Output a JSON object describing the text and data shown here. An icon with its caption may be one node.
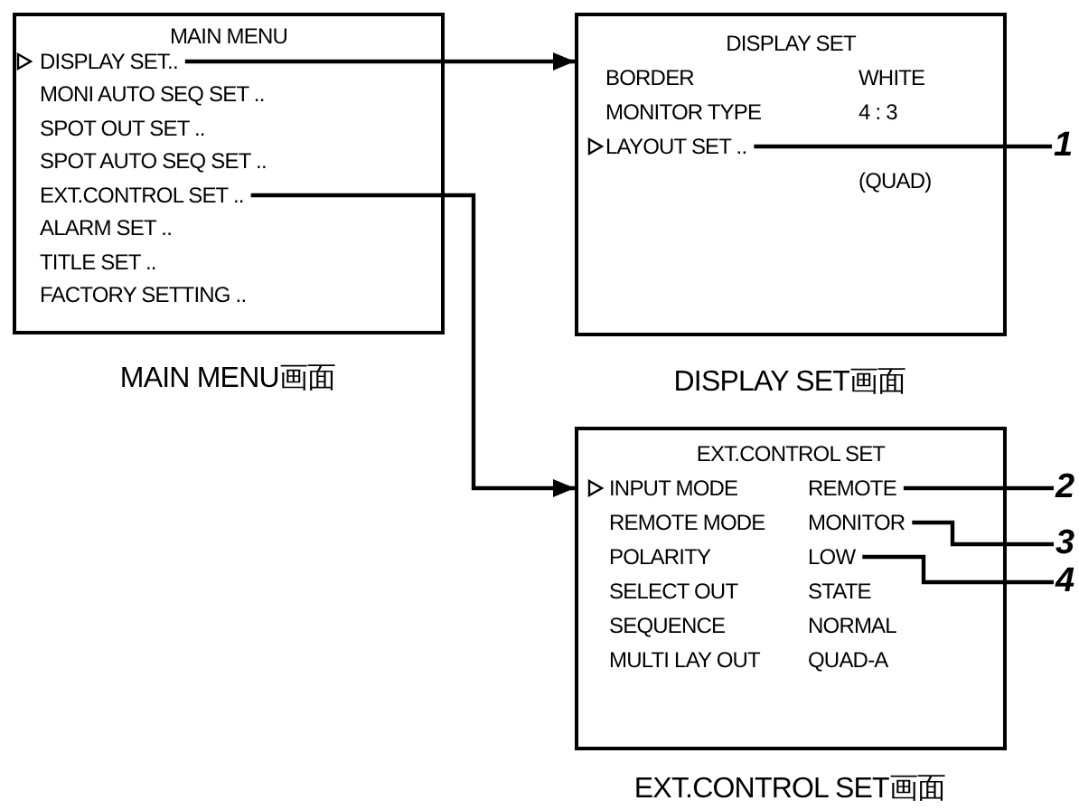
{
  "diagram": {
    "nodes": [
      {
        "text": [
          "MAIN MENU"
        ],
        "beside": [
          "MAIN MENU画面"
        ]
      },
      {
        "text": [
          "DISPLAY SET.."
        ],
        "in": 0
      },
      {
        "text": [
          "EXT.CONTROL SET .."
        ],
        "in": 0
      },
      {
        "text": [
          "DISPLAY SET"
        ],
        "beside": [
          "DISPLAY SET画面"
        ]
      },
      {
        "text": [
          "LAYOUT SET .."
        ],
        "in": 3
      },
      {
        "text": [
          "1"
        ]
      },
      {
        "text": [
          "EXT.CONTROL SET"
        ],
        "beside": [
          "EXT.CONTROL SET画面"
        ]
      },
      {
        "text": [
          "REMOTE"
        ],
        "in": 6
      },
      {
        "text": [
          "MONITOR"
        ],
        "in": 6
      },
      {
        "text": [
          "LOW"
        ],
        "in": 6
      },
      {
        "text": [
          "2"
        ]
      },
      {
        "text": [
          "3"
        ]
      },
      {
        "text": [
          "4"
        ]
      }
    ],
    "edges": [
      {
        "from": 1,
        "to": 3,
        "arrow": "to"
      },
      {
        "from": 2,
        "to": 6,
        "arrow": "to"
      },
      {
        "from": 4,
        "to": 5,
        "arrow": "none"
      },
      {
        "from": 7,
        "to": 10,
        "arrow": "none"
      },
      {
        "from": 8,
        "to": 11,
        "arrow": "none"
      },
      {
        "from": 9,
        "to": 12,
        "arrow": "none"
      }
    ],
    "labels": [
      "MONI AUTO SEQ SET ..",
      "SPOT OUT SET ..",
      "SPOT AUTO SEQ SET ..",
      "ALARM SET ..",
      "TITLE SET ..",
      "FACTORY SETTING ..",
      "BORDER",
      "WHITE",
      "MONITOR TYPE",
      "4 : 3",
      "(QUAD)",
      "INPUT MODE",
      "REMOTE MODE",
      "POLARITY",
      "SELECT OUT",
      "STATE",
      "SEQUENCE",
      "NORMAL",
      "MULTI LAY OUT",
      "QUAD-A"
    ]
  }
}
